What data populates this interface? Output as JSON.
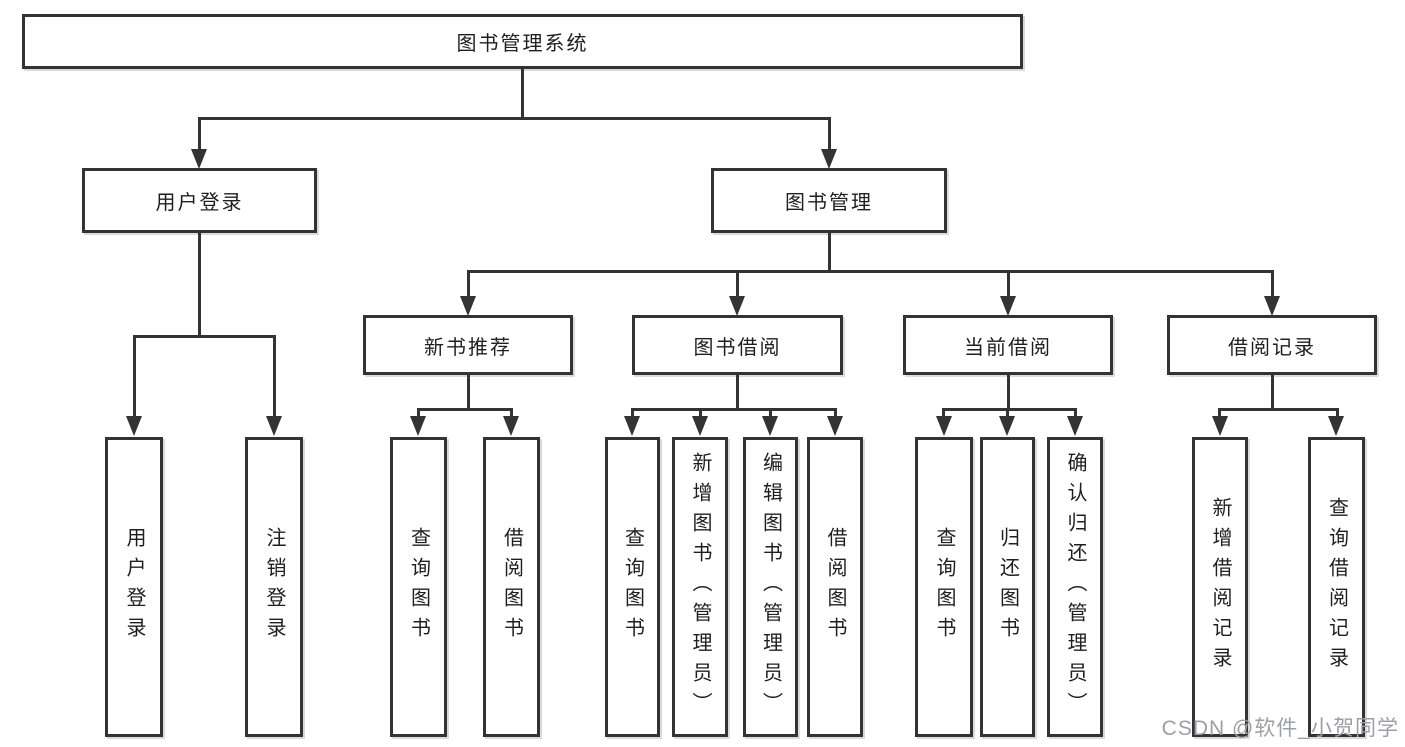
{
  "root": {
    "label": "图书管理系统"
  },
  "level2": {
    "user_login": {
      "label": "用户登录"
    },
    "book_management": {
      "label": "图书管理"
    }
  },
  "user_login_children": {
    "login": {
      "label": "用户登录"
    },
    "logout": {
      "label": "注销登录"
    }
  },
  "level3": {
    "new_book_recommend": {
      "label": "新书推荐"
    },
    "book_borrow": {
      "label": "图书借阅"
    },
    "current_borrow": {
      "label": "当前借阅"
    },
    "borrow_records": {
      "label": "借阅记录"
    }
  },
  "new_book_recommend_children": {
    "query_books": {
      "label": "查询图书"
    },
    "borrow_books": {
      "label": "借阅图书"
    }
  },
  "book_borrow_children": {
    "query_books": {
      "label": "查询图书"
    },
    "add_books_admin": {
      "label": "新增图书（管理员）"
    },
    "edit_books_admin": {
      "label": "编辑图书（管理员）"
    },
    "borrow_books": {
      "label": "借阅图书"
    }
  },
  "current_borrow_children": {
    "query_books": {
      "label": "查询图书"
    },
    "return_books": {
      "label": "归还图书"
    },
    "confirm_return_admin": {
      "label": "确认归还（管理员）"
    }
  },
  "borrow_records_children": {
    "add_borrow_record": {
      "label": "新增借阅记录"
    },
    "query_borrow_record": {
      "label": "查询借阅记录"
    }
  },
  "watermark": {
    "text": "CSDN @软件_小贺同学"
  },
  "colors": {
    "line": "#333333",
    "box_border": "#333333",
    "text": "#1f1f1f",
    "watermark": "#9e9ea6",
    "background": "#ffffff"
  }
}
